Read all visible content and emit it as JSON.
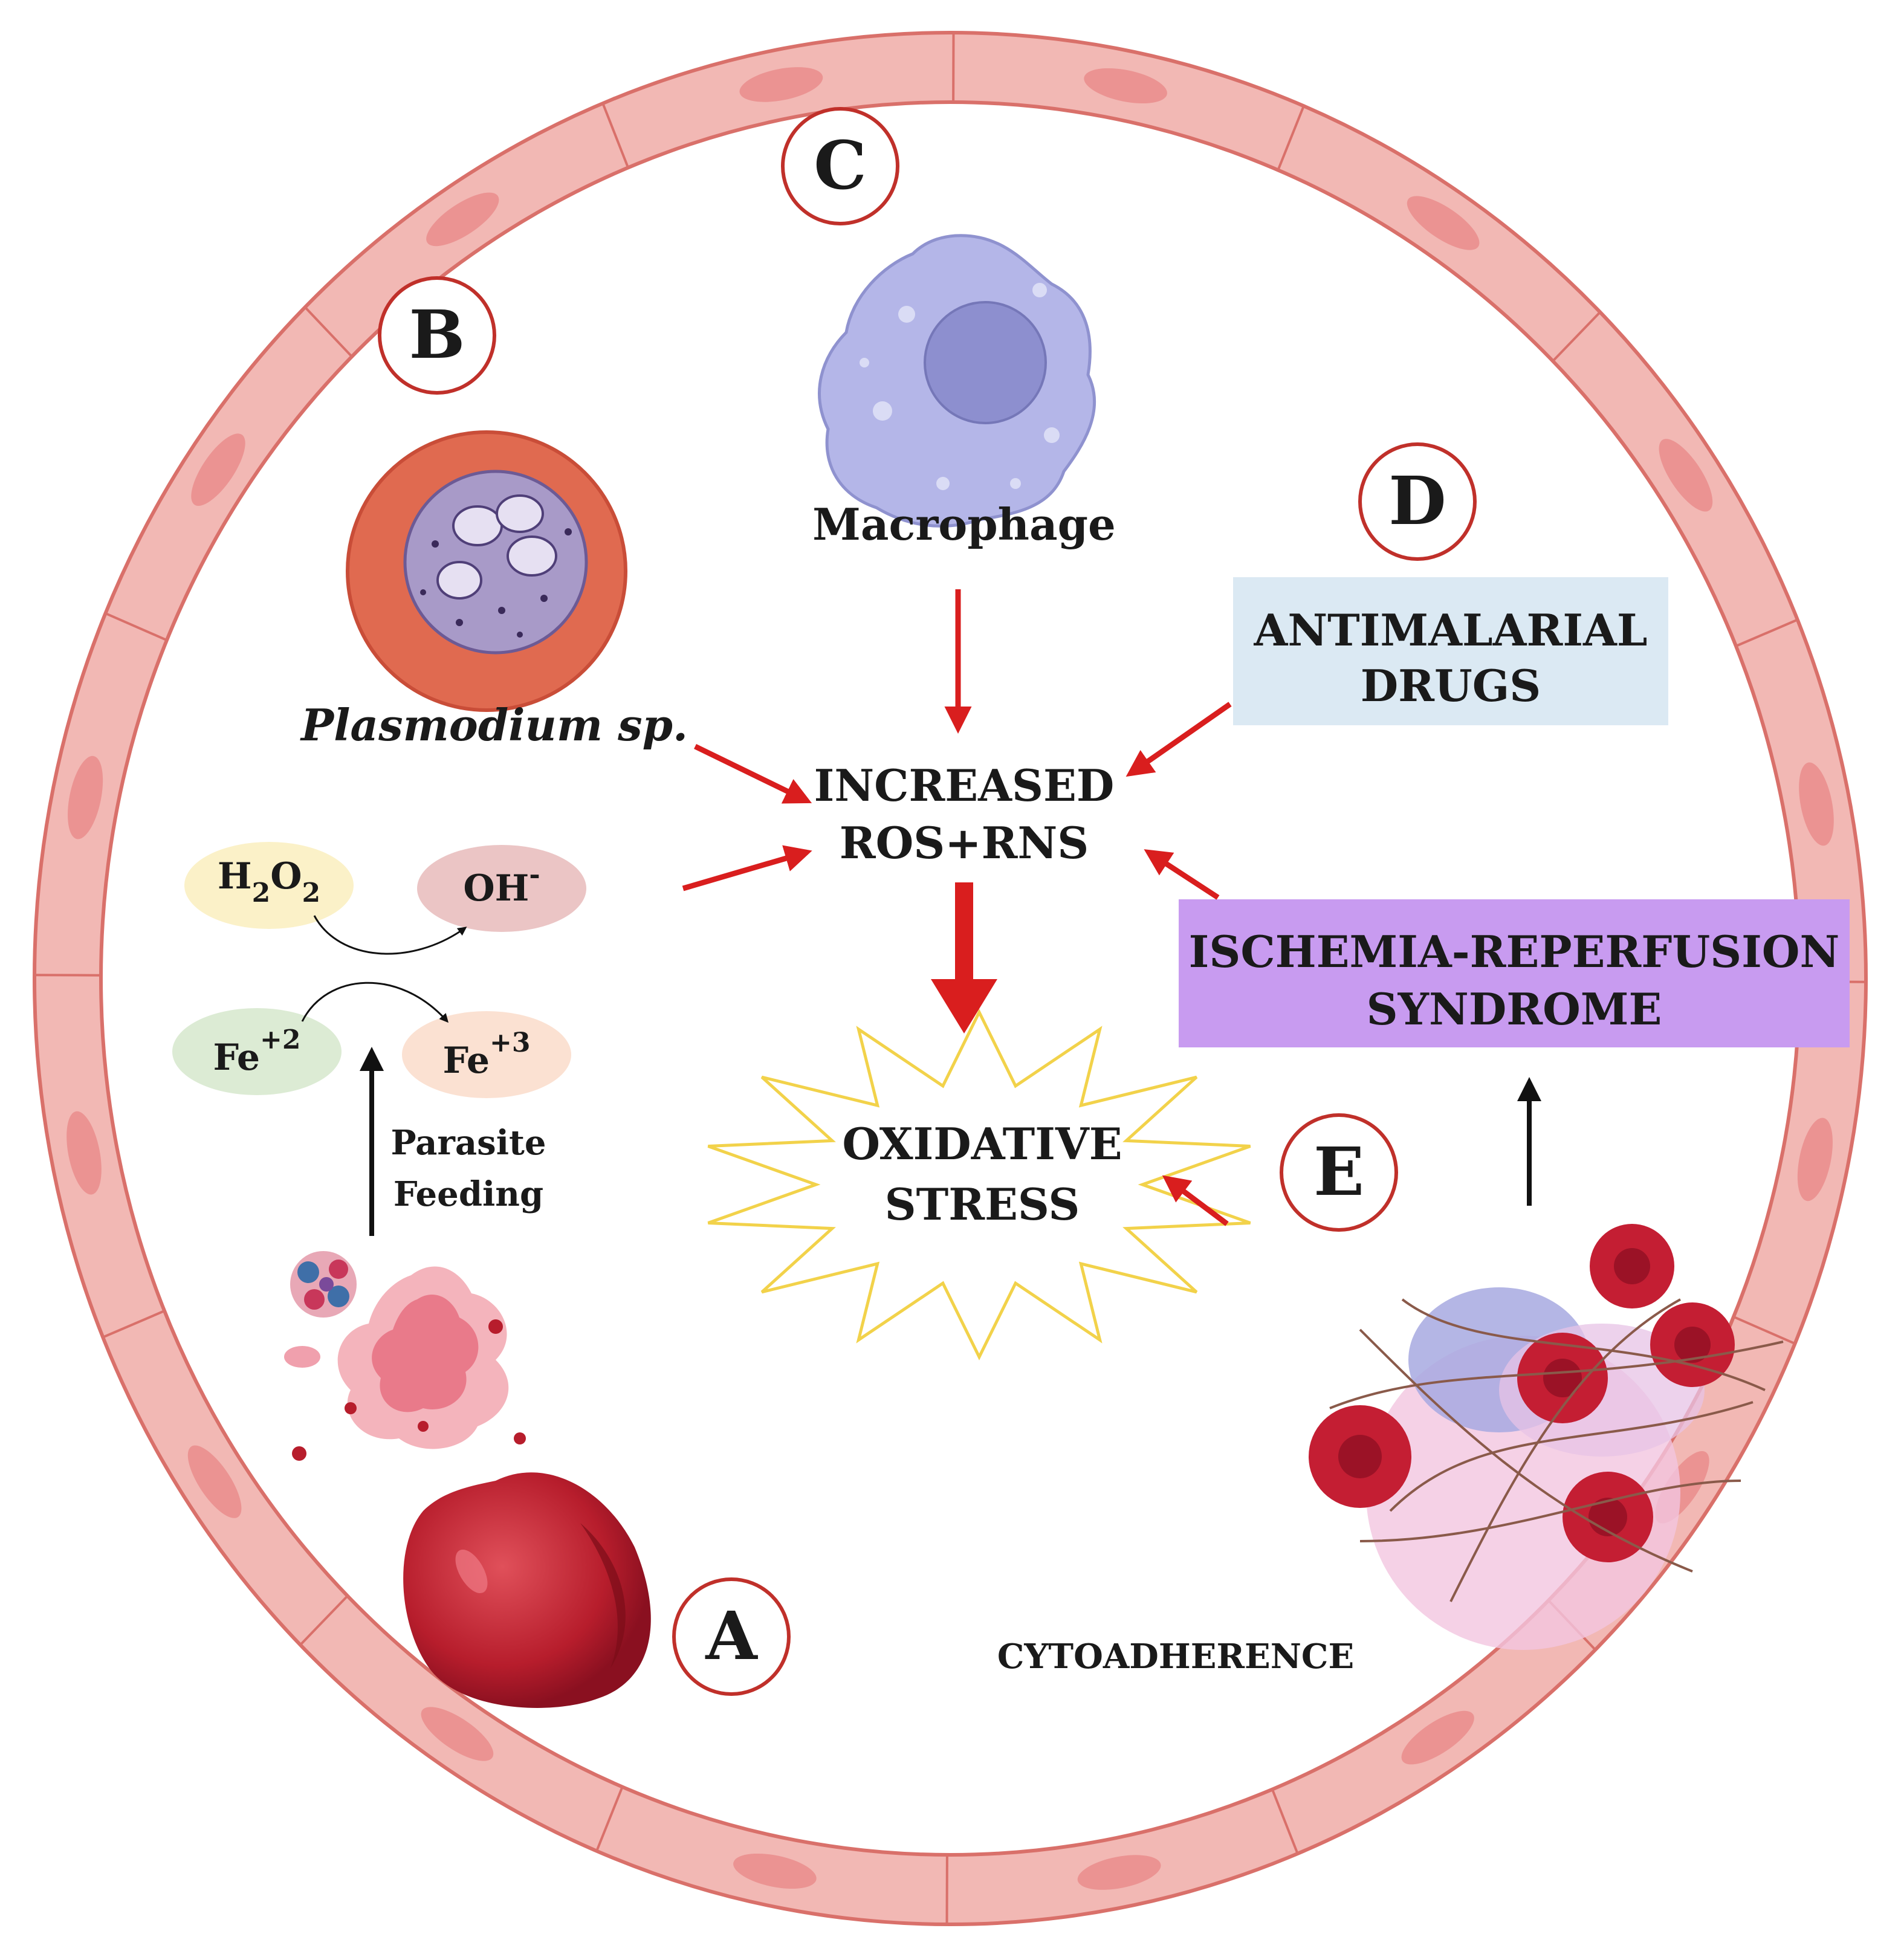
{
  "panels": {
    "a": "A",
    "b": "B",
    "c": "C",
    "d": "D",
    "e": "E"
  },
  "labels": {
    "macrophage": "Macrophage",
    "plasmodium": "Plasmodium sp.",
    "increased_line1": "INCREASED",
    "increased_line2": "ROS+RNS",
    "antimalarial_line1": "ANTIMALARIAL",
    "antimalarial_line2": "DRUGS",
    "ischemia_line1": "ISCHEMIA-REPERFUSION",
    "ischemia_line2": "SYNDROME",
    "oxidative_line1": "OXIDATIVE",
    "oxidative_line2": "STRESS",
    "parasite_line1": "Parasite",
    "parasite_line2": "Feeding",
    "cytoadherence": "CYTOADHERENCE"
  },
  "chemistry": {
    "h2o2": {
      "base1": "H",
      "sub1": "2",
      "base2": "O",
      "sub2": "2"
    },
    "oh": {
      "base": "OH",
      "sup": "-"
    },
    "fe2": {
      "base": "Fe",
      "sup": "+2"
    },
    "fe3": {
      "base": "Fe",
      "sup": "+3"
    }
  },
  "colors": {
    "vessel_wall": "#f2b8b4",
    "vessel_outline": "#d9706a",
    "arrow_red": "#d91e1e",
    "panel_ring": "#c0302a",
    "antimalarial_box": "#dbe9f3",
    "ischemia_box": "#c89bf0",
    "star_outline": "#f2d24a",
    "h2o2_fill": "#fbf1c8",
    "oh_fill": "#ebc5c5",
    "fe2_fill": "#dcebd4",
    "fe3_fill": "#fbe1d2"
  }
}
